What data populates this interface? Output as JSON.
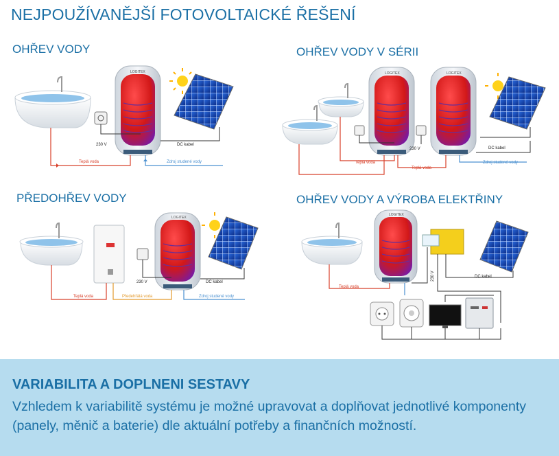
{
  "title": "NEJPOUŽÍVANĚJŠÍ FOTOVOLTAICKÉ ŘEŠENÍ",
  "sections": [
    {
      "label": "OHŘEV VODY"
    },
    {
      "label": "OHŘEV VODY V SÉRII"
    },
    {
      "label": "PŘEDOHŘEV VODY"
    },
    {
      "label": "OHŘEV VODY A VÝROBA ELEKTŘINY"
    }
  ],
  "diagram": {
    "brand": "LOGITEX",
    "voltage": "230 V",
    "dc_cable": "DC kabel",
    "hot_water": "Teplá voda",
    "cold_source": "Zdroj studené vody",
    "preheated_water": "Předehřátá voda",
    "colors": {
      "hot": "#d8402a",
      "cold": "#4a90d0",
      "preheat": "#e39a2c",
      "dark": "#333333"
    }
  },
  "info": {
    "heading": "VARIABILITA A DOPLNENI SESTAVY",
    "text": "Vzhledem k variabilitě systému je možné upravovat a doplňovat jednotlivé komponenty (panely, měnič a baterie) dle aktuální potřeby a finančních možností."
  }
}
